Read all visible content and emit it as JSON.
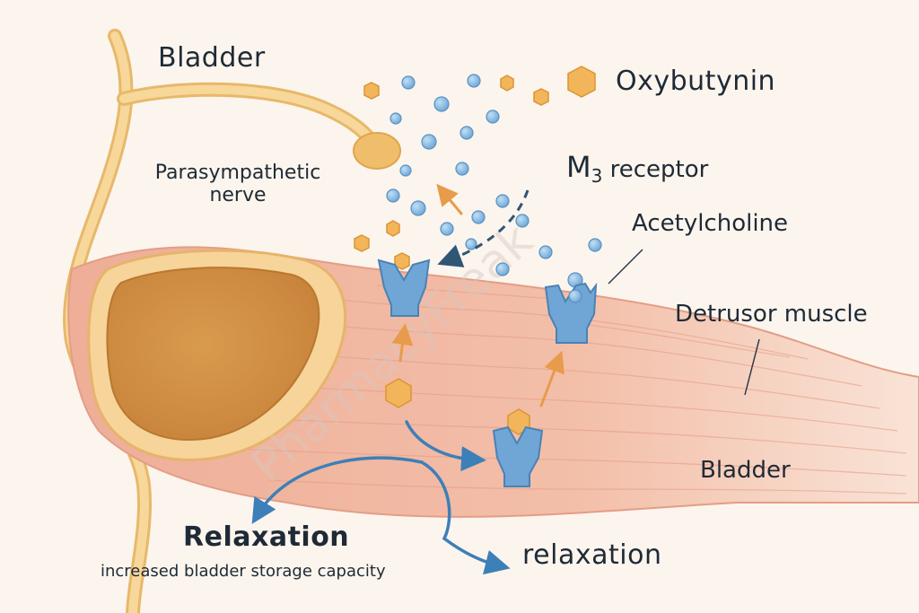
{
  "labels": {
    "bladder_top": "Bladder",
    "oxybutynin": "Oxybutynin",
    "nerve_line1": "Parasympathetic",
    "nerve_line2": "nerve",
    "m3_receptor_prefix": "M",
    "m3_receptor_sub": "3",
    "m3_receptor_suffix": " receptor",
    "acetylcholine": "Acetylcholine",
    "detrusor": "Detrusor muscle",
    "bladder_bottom": "Bladder",
    "relaxation_title": "Relaxation",
    "relaxation_caption": "increased bladder storage capacity",
    "relaxation_right": "relaxation"
  },
  "watermark": "PharmacyFreak",
  "colors": {
    "background": "#fbf5ee",
    "muscle": "#f2b8a4",
    "nerve": "#f2c877",
    "receptor": "#6fa6d6",
    "acetylcholine": "#8ec1e6",
    "oxybutynin": "#f3b55a",
    "arrow_orange": "#e89b4a",
    "arrow_blue": "#3d7fb8",
    "text": "#1f2a36"
  }
}
